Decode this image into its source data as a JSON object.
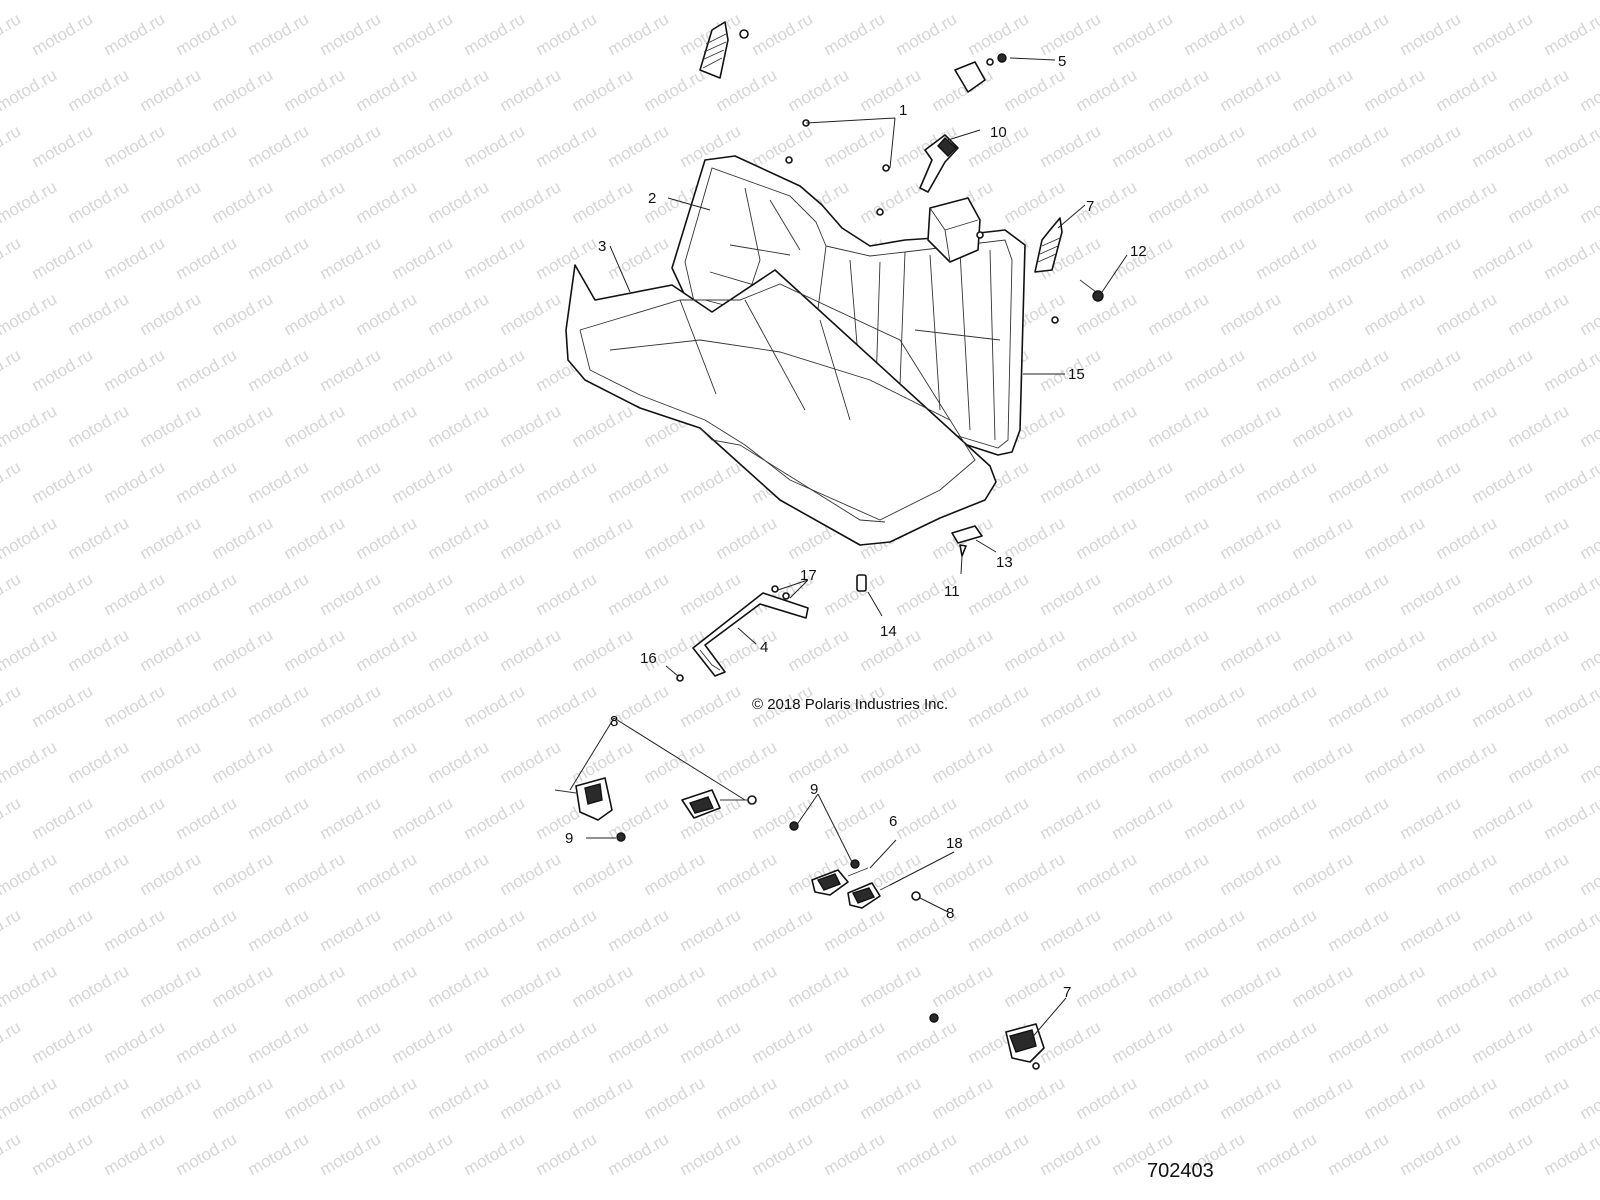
{
  "watermark_text": "motod.ru",
  "copyright": "© 2018 Polaris Industries Inc.",
  "drawing_number": "702403",
  "callouts": [
    "1",
    "2",
    "3",
    "4",
    "5",
    "6",
    "7",
    "8",
    "9",
    "10",
    "11",
    "12",
    "13",
    "14",
    "15",
    "16",
    "17",
    "18",
    "8",
    "9",
    "9",
    "8",
    "7"
  ]
}
